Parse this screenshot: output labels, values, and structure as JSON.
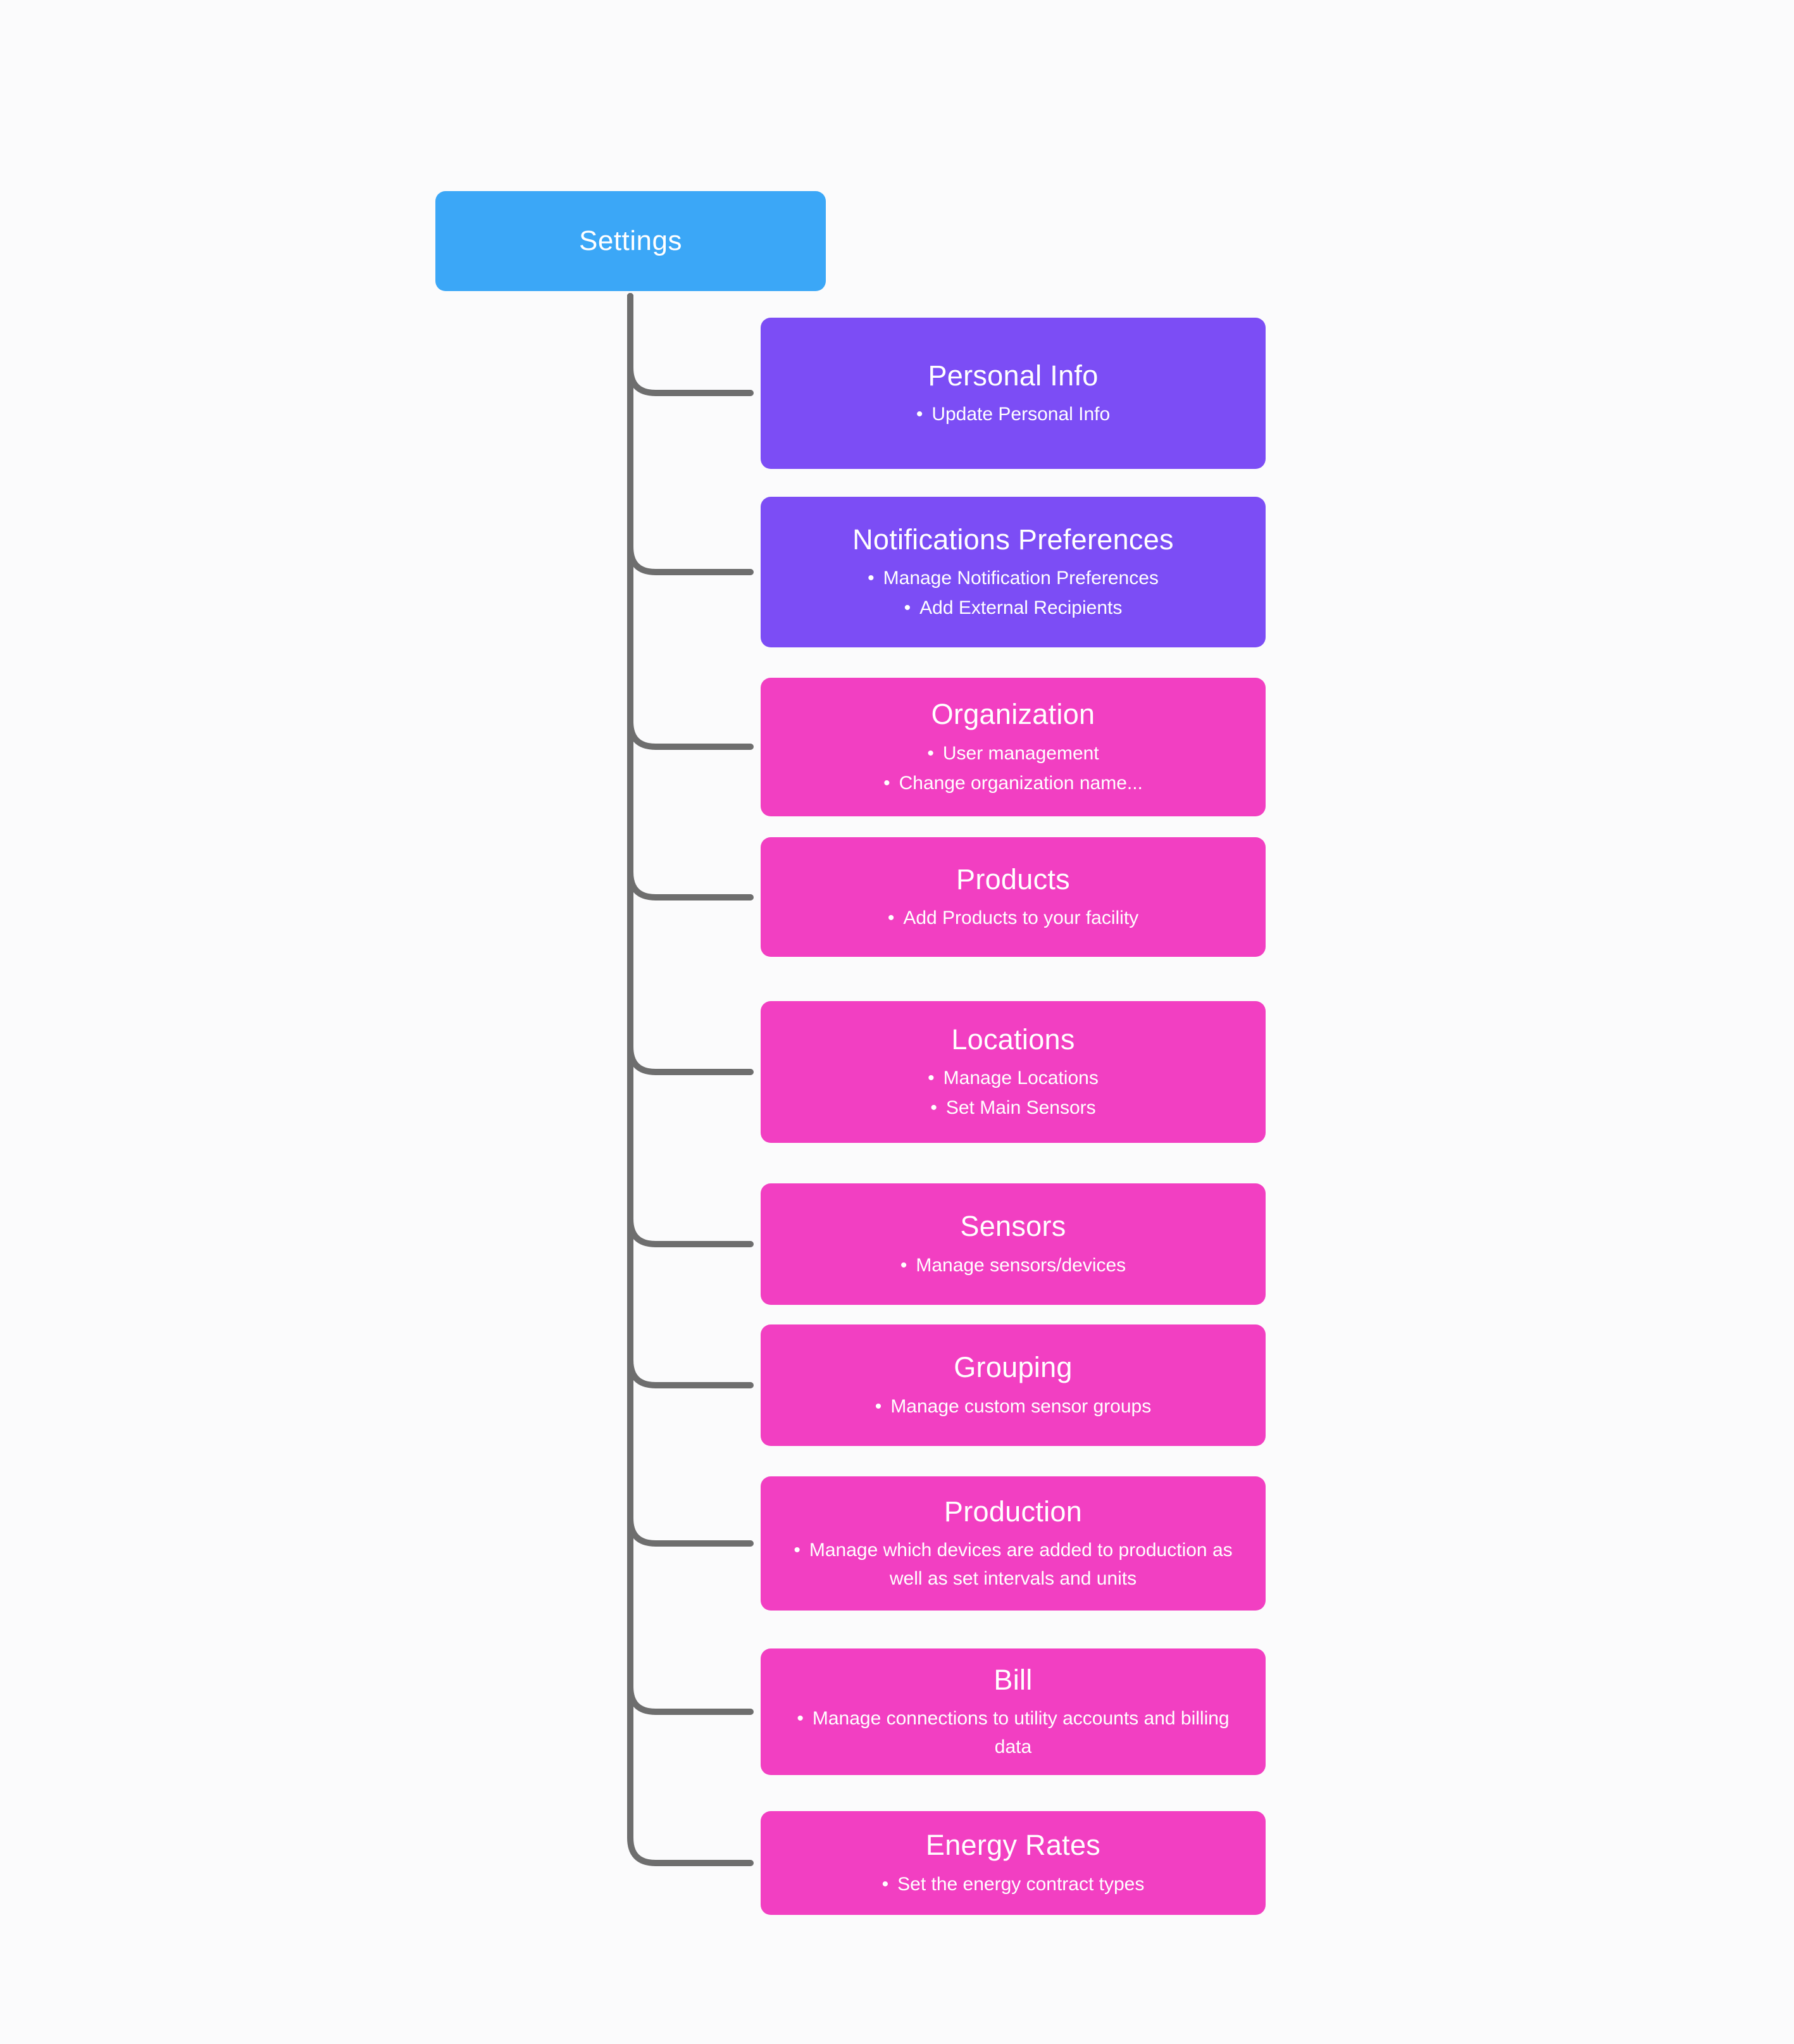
{
  "root": {
    "label": "Settings"
  },
  "nodes": [
    {
      "title": "Personal Info",
      "variant": "purple",
      "bullets": [
        "Update Personal Info"
      ]
    },
    {
      "title": "Notifications Preferences",
      "variant": "purple",
      "bullets": [
        "Manage Notification Preferences",
        "Add External Recipients"
      ]
    },
    {
      "title": "Organization",
      "variant": "pink",
      "bullets": [
        "User management",
        "Change organization name..."
      ]
    },
    {
      "title": "Products",
      "variant": "pink",
      "bullets": [
        "Add Products to your facility"
      ]
    },
    {
      "title": "Locations",
      "variant": "pink",
      "bullets": [
        "Manage Locations",
        "Set Main Sensors"
      ]
    },
    {
      "title": "Sensors",
      "variant": "pink",
      "bullets": [
        "Manage sensors/devices"
      ]
    },
    {
      "title": "Grouping",
      "variant": "pink",
      "bullets": [
        "Manage custom sensor groups"
      ]
    },
    {
      "title": "Production",
      "variant": "pink",
      "bullets": [
        "Manage which devices are added to production as well as set intervals and units"
      ]
    },
    {
      "title": "Bill",
      "variant": "pink",
      "bullets": [
        "Manage connections to utility accounts and billing data"
      ]
    },
    {
      "title": "Energy Rates",
      "variant": "pink",
      "bullets": [
        "Set the energy contract types"
      ]
    }
  ],
  "colors": {
    "blue": "#3BA7F7",
    "purple": "#7C4DF5",
    "pink": "#F23FC2",
    "connector": "#6E6E6E",
    "bg": "#FBFBFC",
    "text": "#FFFFFF"
  }
}
